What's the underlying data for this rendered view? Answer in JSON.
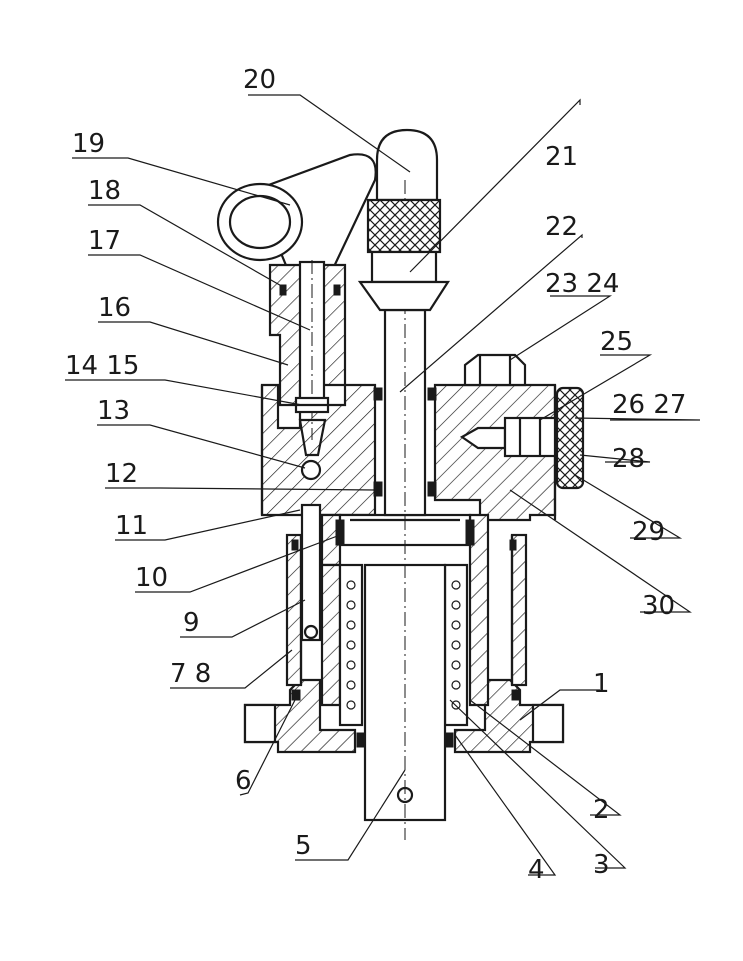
{
  "callouts": [
    {
      "id": "c1",
      "label": "1"
    },
    {
      "id": "c2",
      "label": "2"
    },
    {
      "id": "c3",
      "label": "3"
    },
    {
      "id": "c4",
      "label": "4"
    },
    {
      "id": "c5",
      "label": "5"
    },
    {
      "id": "c6",
      "label": "6"
    },
    {
      "id": "c7",
      "label": "7 8"
    },
    {
      "id": "c9",
      "label": "9"
    },
    {
      "id": "c10",
      "label": "10"
    },
    {
      "id": "c11",
      "label": "11"
    },
    {
      "id": "c12",
      "label": "12"
    },
    {
      "id": "c13",
      "label": "13"
    },
    {
      "id": "c14",
      "label": "14 15"
    },
    {
      "id": "c16",
      "label": "16"
    },
    {
      "id": "c17",
      "label": "17"
    },
    {
      "id": "c18",
      "label": "18"
    },
    {
      "id": "c19",
      "label": "19"
    },
    {
      "id": "c20",
      "label": "20"
    },
    {
      "id": "c21",
      "label": "21"
    },
    {
      "id": "c22",
      "label": "22"
    },
    {
      "id": "c23",
      "label": "23 24"
    },
    {
      "id": "c25",
      "label": "25"
    },
    {
      "id": "c26",
      "label": "26 27"
    },
    {
      "id": "c28",
      "label": "28"
    },
    {
      "id": "c29",
      "label": "29"
    },
    {
      "id": "c30",
      "label": "30"
    }
  ]
}
